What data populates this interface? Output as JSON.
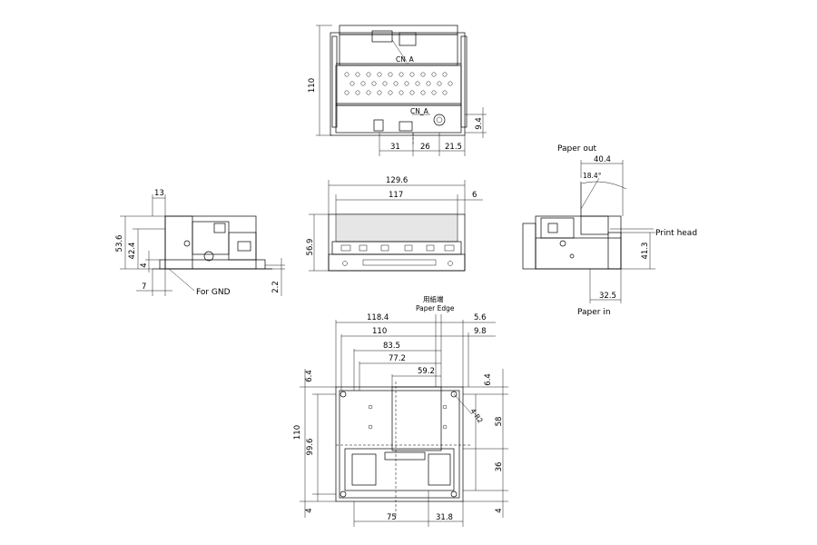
{
  "views": {
    "top": {
      "height": "110",
      "right_small": "9.4",
      "connector_a": "CN_A",
      "connector_b": "CN_A",
      "bottom_31": "31",
      "bottom_26": "26",
      "bottom_21_5": "21.5"
    },
    "front": {
      "width_overall": "129.6",
      "width_inner": "117",
      "right_6": "6",
      "height": "56.9"
    },
    "left": {
      "top_13": "13",
      "h_53_6": "53.6",
      "h_42_4": "42.4",
      "left_4": "4",
      "bottom_7": "7",
      "for_gnd": "For GND",
      "right_2_2": "2.2"
    },
    "right": {
      "paper_out": "Paper out",
      "width_40_4": "40.4",
      "angle": "18.4°",
      "print_head": "Print head",
      "h_41_3": "41.3",
      "w_32_5": "32.5",
      "paper_in": "Paper in"
    },
    "bottom": {
      "paper_edge_jp": "用紙端",
      "paper_edge": "Paper Edge",
      "w_118_4": "118.4",
      "w_110": "110",
      "w_83_5": "83.5",
      "w_77_2": "77.2",
      "w_59_2": "59.2",
      "r_5_6": "5.6",
      "r_9_8": "9.8",
      "l_6_4": "6.4",
      "r_6_4": "6.4",
      "l_110": "110",
      "l_99_6": "99.6",
      "r_58": "58",
      "r_36": "36",
      "l_4": "4",
      "r_4": "4",
      "b_75": "75",
      "b_31_8": "31.8",
      "hole": "4-R2"
    }
  }
}
